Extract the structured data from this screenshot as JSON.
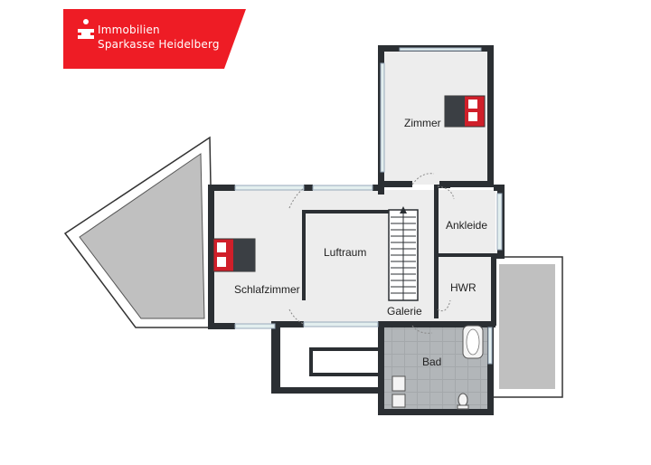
{
  "brand": {
    "line1": "Immobilien",
    "line2": "Sparkasse Heidelberg",
    "color": "#ee1c25"
  },
  "rooms": {
    "zimmer": "Zimmer",
    "schlafzimmer": "Schlafzimmer",
    "luftraum": "Luftraum",
    "ankleide": "Ankleide",
    "hwr": "HWR",
    "galerie": "Galerie",
    "bad": "Bad"
  },
  "colors": {
    "wall": "#2b2f33",
    "floor": "#ededed",
    "terrace": "#bdbdbd",
    "tile": "#9fa3a6",
    "window": "#d6e6e6",
    "bed": "#d01f2a"
  },
  "icons": [
    "sparkasse-logo-icon",
    "bed-icon",
    "door-swing-icon",
    "stairs-icon",
    "bathtub-icon",
    "toilet-icon",
    "sink-icon"
  ]
}
